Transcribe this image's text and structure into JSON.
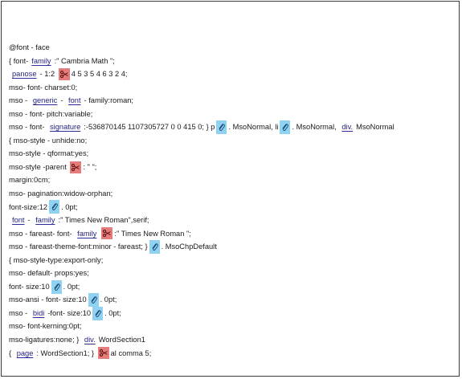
{
  "lines": [
    [
      "@font - face"
    ],
    [
      "{ font-",
      {
        "link": "family"
      },
      ":\" Cambria Math \";"
    ],
    [
      {
        "link": "panose"
      },
      "- 1:2 ",
      {
        "icon": "scissors"
      },
      "4 5 3 5 4 6 3 2 4;"
    ],
    [
      "mso- font- charset:0;"
    ],
    [
      "mso - ",
      {
        "link": "generic"
      },
      "- ",
      {
        "link": "font"
      },
      "- family:roman;"
    ],
    [
      "mso - font- pitch:variable;"
    ],
    [
      "mso - font- ",
      {
        "link": "signature"
      },
      ":-536870145 1107305727 0 0 415 0; } p",
      {
        "icon": "clip"
      },
      ". MsoNormal, li",
      {
        "icon": "clip"
      },
      ". MsoNormal, ",
      {
        "link": "div."
      },
      "MsoNormal"
    ],
    [
      "{ mso-style - unhide:no;"
    ],
    [
      "mso-style - qformat:yes;"
    ],
    [
      "mso-style -parent ",
      {
        "icon": "scissors"
      },
      ": \" \";"
    ],
    [
      "margin:0cm;"
    ],
    [
      "mso- pagination:widow-orphan;"
    ],
    [
      "font-size:12",
      {
        "icon": "clip"
      },
      ". 0pt;"
    ],
    [
      {
        "link": "font"
      },
      "- ",
      {
        "link": "family"
      },
      ":\" Times New Roman\",serif;"
    ],
    [
      "mso - fareast- font- ",
      {
        "link": "family"
      },
      {
        "icon": "scissors"
      },
      ":\" Times New Roman \";"
    ],
    [
      "mso - fareast-theme-font:minor - fareast; }",
      {
        "icon": "clip"
      },
      ". MsoChpDefault"
    ],
    [
      "{ mso-style-type:export-only;"
    ],
    [
      "mso- default- props:yes;"
    ],
    [
      "font- size:10",
      {
        "icon": "clip"
      },
      ". 0pt;"
    ],
    [
      "mso-ansi - font- size:10",
      {
        "icon": "clip"
      },
      ". 0pt;"
    ],
    [
      "mso - ",
      {
        "link": "bidi"
      },
      "-font- size:10",
      {
        "icon": "clip"
      },
      ". 0pt;"
    ],
    [
      "mso- font-kerning:0pt;"
    ],
    [
      "mso-ligatures:none; } ",
      {
        "link": "div."
      },
      "WordSection1"
    ],
    [
      "{ ",
      {
        "link": "page"
      },
      ": WordSection1; } ",
      {
        "icon": "scissors"
      },
      "al comma 5;"
    ]
  ],
  "icons": {
    "scissors": {
      "name": "scissors-icon",
      "color": "#e57c7c"
    },
    "clip": {
      "name": "paperclip-icon",
      "color": "#8fd3f1"
    }
  }
}
